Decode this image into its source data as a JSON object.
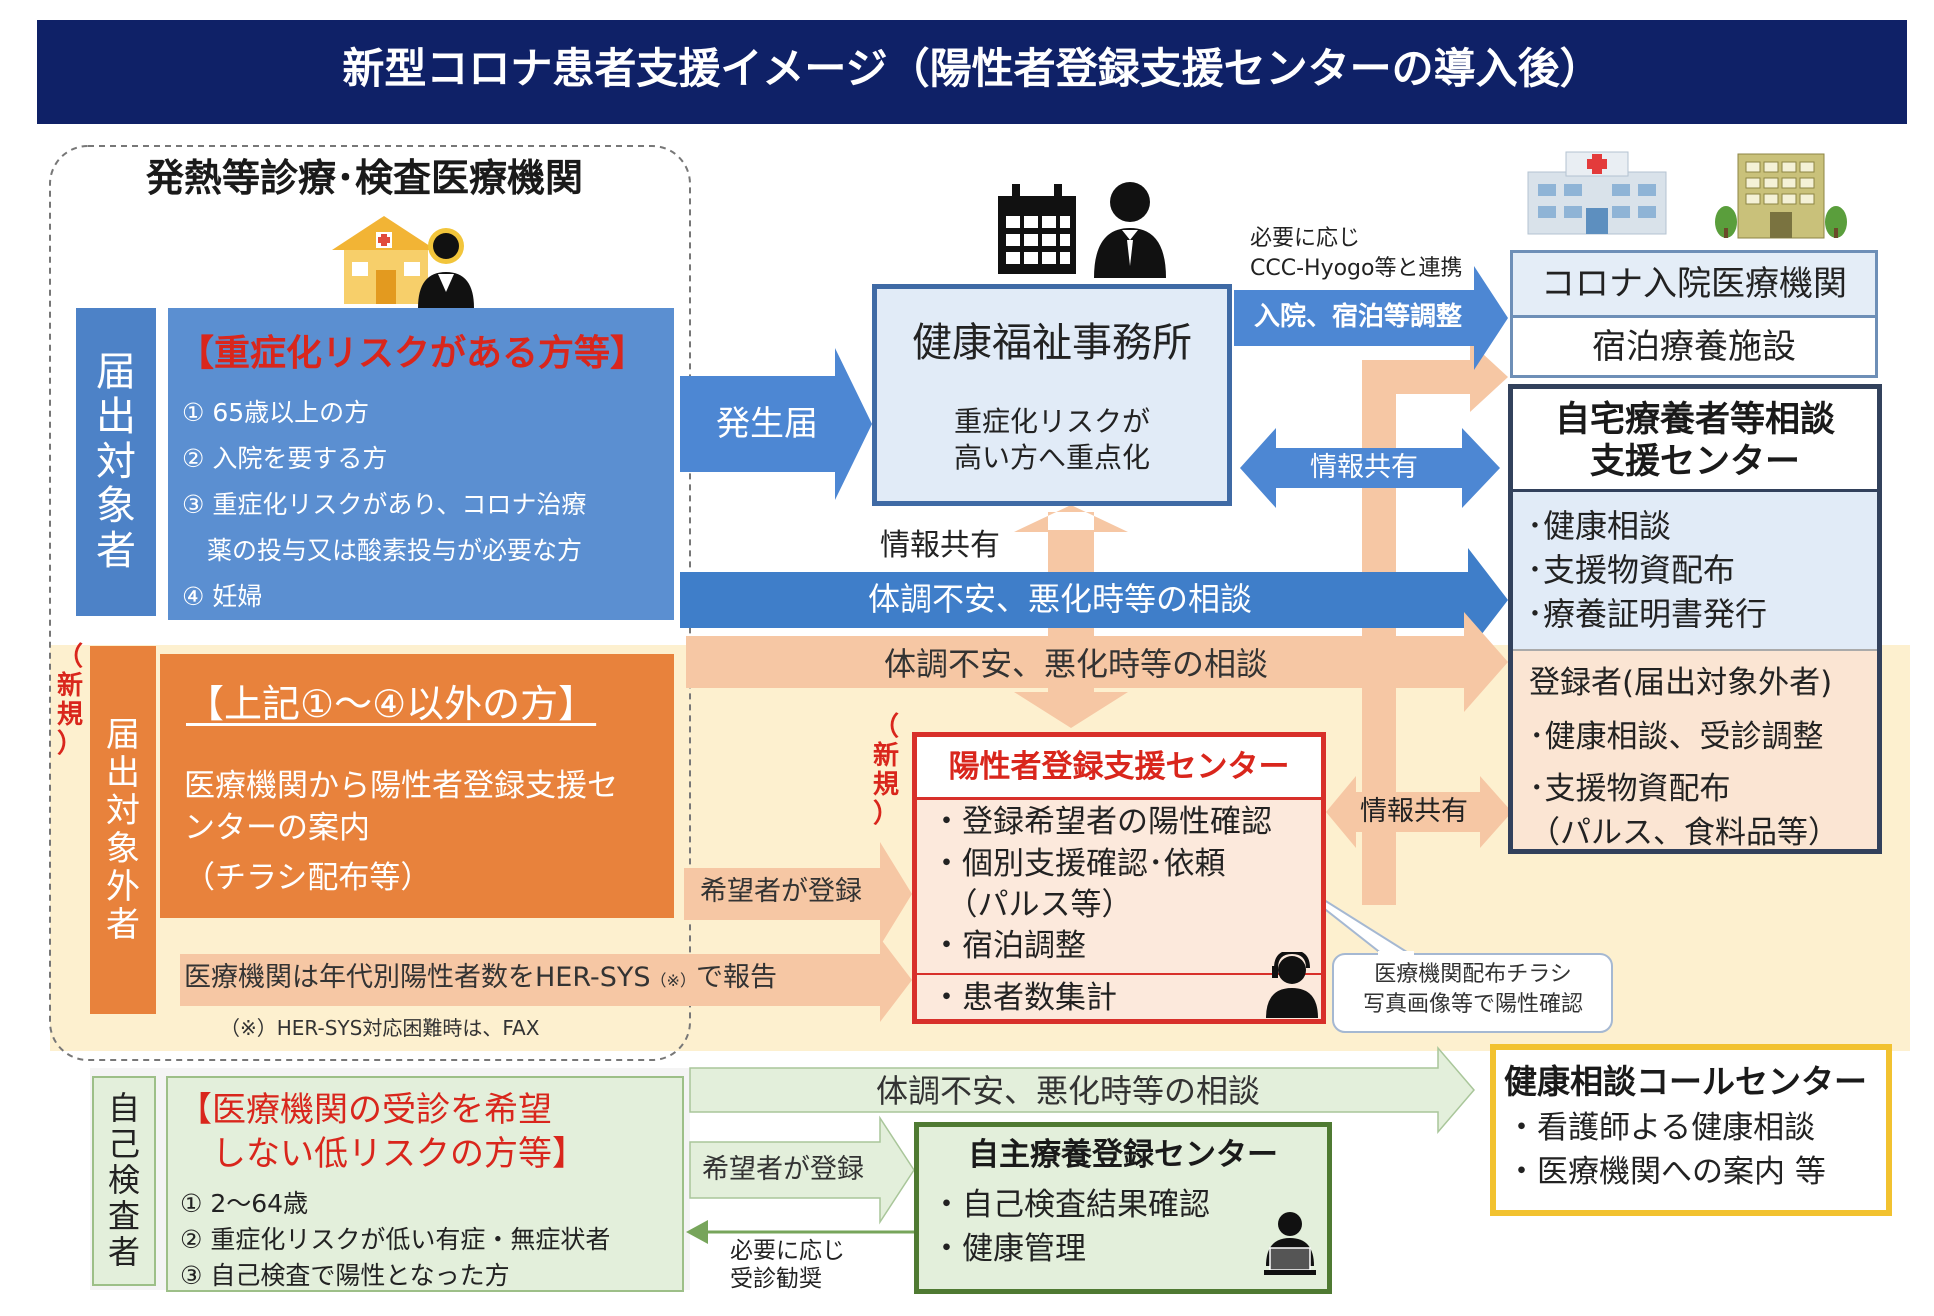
{
  "title": "新型コロナ患者支援イメージ（陽性者登録支援センターの導入後）",
  "colors": {
    "title_bg": "#0f2167",
    "blue_box": "#5b8fd1",
    "blue_label": "#4d82c7",
    "orange_box": "#e8823c",
    "orange_label": "#e8823c",
    "pale_orange_arrow": "#f6c7a4",
    "new_zone": "#fdf0cf",
    "red_text": "#d9261c",
    "red_border": "#d8302a",
    "office_fill": "#e1ebf7",
    "office_border": "#3f6aa5",
    "green_fill": "#e3efdb",
    "green_border": "#4f7a32",
    "yellow_border": "#f2c230",
    "navy_border": "#32415c"
  },
  "fever_clinic": {
    "title": "発熱等診療･検査医療機関"
  },
  "target_label": [
    "届",
    "出",
    "対",
    "象",
    "者"
  ],
  "high_risk": {
    "heading": "【重症化リスクがある方等】",
    "items": [
      "① 65歳以上の方",
      "② 入院を要する方",
      "③ 重症化リスクがあり、コロナ治療",
      "　薬の投与又は酸素投与が必要な方",
      "④ 妊婦"
    ]
  },
  "new_mark": [
    "（",
    "新",
    "規",
    "）"
  ],
  "non_target_label": [
    "届",
    "出",
    "対",
    "象",
    "外",
    "者"
  ],
  "others": {
    "heading": "【上記①～④以外の方】",
    "lines": [
      "医療機関から陽性者登録支援セ",
      "ンターの案内",
      "（チラシ配布等）"
    ]
  },
  "arrows": {
    "notification": "発生届",
    "consult_1": "体調不安、悪化時等の相談",
    "consult_2": "体調不安、悪化時等の相談",
    "consult_3": "体調不安、悪化時等の相談",
    "info_share_1": "情報共有",
    "info_share_2": "情報共有",
    "info_share_3": "情報共有",
    "hospital_adjust": "入院、宿泊等調整",
    "ccc_note_1": "必要に応じ",
    "ccc_note_2": "CCC-Hyogo等と連携",
    "register_1": "希望者が登録",
    "register_2": "希望者が登録",
    "report": "医療機関は年代別陽性者数をHER-SYS",
    "report_note": "（※）",
    "report_end": "で報告",
    "footnote": "（※）HER-SYS対応困難時は、FAX",
    "recommend_1": "必要に応じ",
    "recommend_2": "受診勧奨"
  },
  "health_office": {
    "title": "健康福祉事務所",
    "sub_1": "重症化リスクが",
    "sub_2": "高い方へ重点化"
  },
  "hospital": {
    "line1": "コロナ入院医療機関",
    "line2": "宿泊療養施設"
  },
  "home_center": {
    "title_1": "自宅療養者等相談",
    "title_2": "支援センター",
    "items": [
      "･健康相談",
      "･支援物資配布",
      "･療養証明書発行"
    ],
    "registered_title": "登録者(届出対象外者)",
    "registered_items": [
      "･健康相談、受診調整",
      "･支援物資配布",
      "（パルス、食料品等）"
    ]
  },
  "positive_center": {
    "title": "陽性者登録支援センター",
    "items": [
      "・登録希望者の陽性確認",
      "・個別支援確認･依頼",
      "　（パルス等）",
      "・宿泊調整"
    ],
    "bottom": "・患者数集計",
    "bubble_1": "医療機関配布チラシ",
    "bubble_2": "写真画像等で陽性確認"
  },
  "self_test_label": [
    "自",
    "己",
    "検",
    "査",
    "者"
  ],
  "low_risk": {
    "heading_1": "【医療機関の受診を希望",
    "heading_2": "　しない低リスクの方等】",
    "items": [
      "① 2～64歳",
      "② 重症化リスクが低い有症・無症状者",
      "③ 自己検査で陽性となった方"
    ]
  },
  "self_care_center": {
    "title": "自主療養登録センター",
    "items": [
      "・自己検査結果確認",
      "・健康管理"
    ]
  },
  "call_center": {
    "title": "健康相談コールセンター",
    "items": [
      "・看護師よる健康相談",
      "・医療機関への案内 等"
    ]
  }
}
